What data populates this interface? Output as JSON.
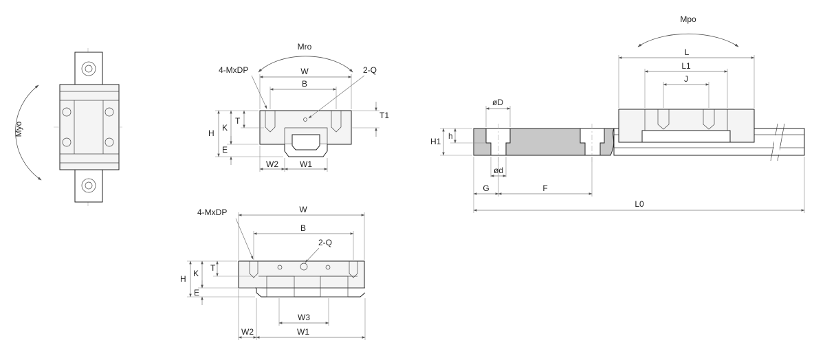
{
  "labels": {
    "myo": "Myo",
    "mro": "Mro",
    "mpo": "Mpo",
    "top": {
      "mxdp": "4-MxDP",
      "w": "W",
      "b": "B",
      "q": "2-Q",
      "t1": "T1",
      "h": "H",
      "k": "K",
      "t": "T",
      "e": "E",
      "w2": "W2",
      "w1": "W1"
    },
    "bottom": {
      "mxdp": "4-MxDP",
      "w": "W",
      "b": "B",
      "q": "2-Q",
      "h": "H",
      "k": "K",
      "t": "T",
      "e": "E",
      "w3": "W3",
      "w2": "W2",
      "w1": "W1"
    },
    "side": {
      "l": "L",
      "l1": "L1",
      "j": "J",
      "od": "øD",
      "d": "ød",
      "h1": "H1",
      "h": "h",
      "g": "G",
      "f": "F",
      "l0": "L0"
    }
  }
}
